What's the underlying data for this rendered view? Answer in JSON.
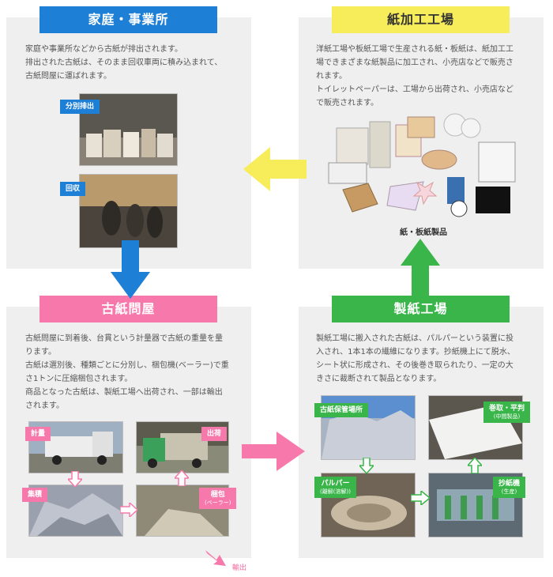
{
  "household": {
    "title": "家庭・事業所",
    "text": [
      "家庭や事業所などから古紙が排出されます。",
      "排出された古紙は、そのまま回収車両に積み込まれて、",
      "古紙問屋に運ばれます。"
    ],
    "tags": [
      "分別排出",
      "回収"
    ]
  },
  "paper_processing": {
    "title": "紙加工工場",
    "text": [
      "洋紙工場や板紙工場で生産される紙・板紙は、紙加工工",
      "場できまざまな紙製品に加工され、小売店などで販売さ",
      "れます。",
      "トイレットペーパーは、工場から出荷され、小売店など",
      "で販売されます。"
    ],
    "product_caption": "紙・板紙製品"
  },
  "wholesaler": {
    "title": "古紙問屋",
    "text": [
      "古紙問屋に到着後、台貫という計量器で古紙の重量を量",
      "ります。",
      "古紙は選別後、種類ごとに分別し、梱包機(ベーラー)で重",
      "さ1トンに圧縮梱包されます。",
      "商品となった古紙は、製紙工場へ出荷され、一部は輸出",
      "されます。"
    ],
    "tags": {
      "weigh": "計量",
      "ship": "出荷",
      "collect": "集積",
      "pack": "梱包",
      "pack_sub": "(ベーラー)"
    },
    "export_label": "輸出"
  },
  "paper_mill": {
    "title": "製紙工場",
    "text": [
      "製紙工場に搬入された古紙は、パルパーという装置に投",
      "入され、1本1本の繊維になります。抄紙機上にて脱水、",
      "シート状に形成され、その後巻き取られたり、一定の大",
      "きさに裁断されて製品となります。"
    ],
    "tags": {
      "storage": "古紙保管場所",
      "reel": "巻取・平判",
      "reel_sub": "(中間製品)",
      "pulper": "パルパー",
      "pulper_sub": "(離解(溶解))",
      "machine": "抄紙機",
      "machine_sub": "(生産)"
    }
  },
  "colors": {
    "blue": "#1e7fd6",
    "yellow": "#f7ec5a",
    "pink": "#f779ab",
    "green": "#39b54a"
  }
}
